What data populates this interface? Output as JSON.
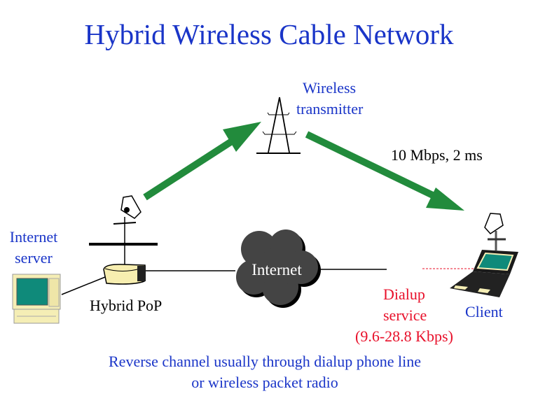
{
  "title": "Hybrid Wireless Cable Network",
  "nodes": {
    "transmitter": {
      "line1": "Wireless",
      "line2": "transmitter"
    },
    "link_speed": "10 Mbps, 2 ms",
    "server": {
      "line1": "Internet",
      "line2": "server"
    },
    "pop": "Hybrid PoP",
    "internet": "Internet",
    "dialup": {
      "line1": "Dialup",
      "line2": "service",
      "line3": "(9.6-28.8 Kbps)"
    },
    "client": "Client"
  },
  "footer": {
    "line1": "Reverse channel usually through dialup phone line",
    "line2": "or wireless packet radio"
  },
  "colors": {
    "title": "#1a35c8",
    "dialup": "#e8102a",
    "arrow": "#228b3c",
    "cloud": "#444444",
    "screen": "#0f8a7a"
  }
}
